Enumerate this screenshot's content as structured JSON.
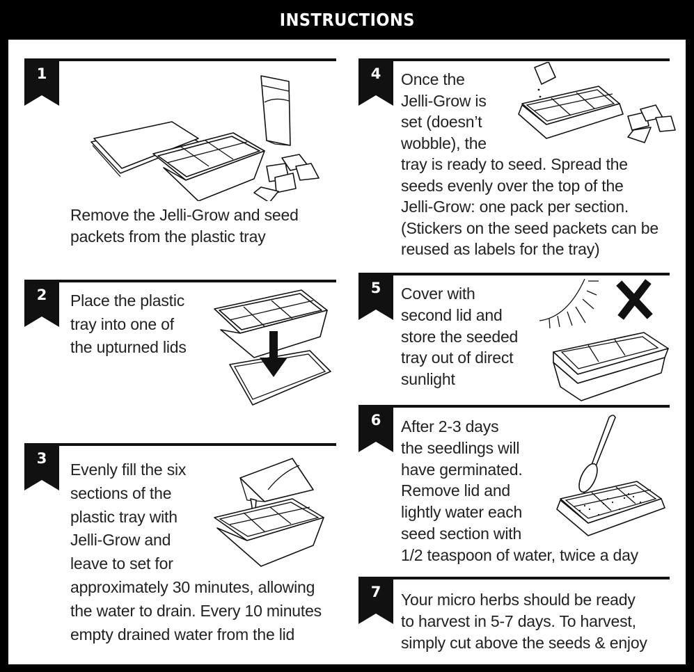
{
  "header": {
    "title": "INSTRUCTIONS"
  },
  "steps": [
    {
      "number": "1",
      "lines": [
        "Remove the Jelli-Grow and seed",
        "packets from the plastic tray"
      ],
      "illustration": "lid-tray-seed-packets-illustration"
    },
    {
      "number": "2",
      "lines": [
        "Place the plastic",
        "tray into one of",
        "the upturned lids"
      ],
      "illustration": "tray-into-lid-arrow-illustration"
    },
    {
      "number": "3",
      "lines": [
        "Evenly fill the six",
        "sections of the",
        "plastic tray with",
        "Jelli-Grow and",
        "leave to set for",
        "approximately 30 minutes, allowing",
        "the water to drain. Every 10 minutes",
        "empty drained water from the lid"
      ],
      "illustration": "pour-jelli-grow-illustration"
    },
    {
      "number": "4",
      "lines": [
        "Once the",
        "Jelli-Grow is",
        "set (doesn’t",
        "wobble), the",
        "tray is ready to seed. Spread the",
        "seeds evenly over the top of the",
        "Jelli-Grow: one pack per section.",
        "(Stickers on the seed packets can be",
        "reused as labels for the tray)"
      ],
      "illustration": "sprinkle-seeds-illustration"
    },
    {
      "number": "5",
      "lines": [
        "Cover with",
        "second lid and",
        "store the seeded",
        "tray out of direct",
        "sunlight"
      ],
      "illustration": "no-sunlight-covered-tray-illustration"
    },
    {
      "number": "6",
      "lines": [
        "After 2-3 days",
        "the seedlings will",
        "have germinated.",
        "Remove lid and",
        "lightly water each",
        "seed section with",
        "1/2 teaspoon of water, twice a day"
      ],
      "illustration": "spoon-watering-illustration"
    },
    {
      "number": "7",
      "lines": [
        "Your micro herbs should be ready",
        "to harvest in 5-7 days. To harvest,",
        "simply cut above the seeds & enjoy"
      ]
    }
  ],
  "colors": {
    "background": "#000000",
    "panel": "#ffffff",
    "ink": "#111111",
    "text": "#222222",
    "header_text": "#ffffff"
  }
}
